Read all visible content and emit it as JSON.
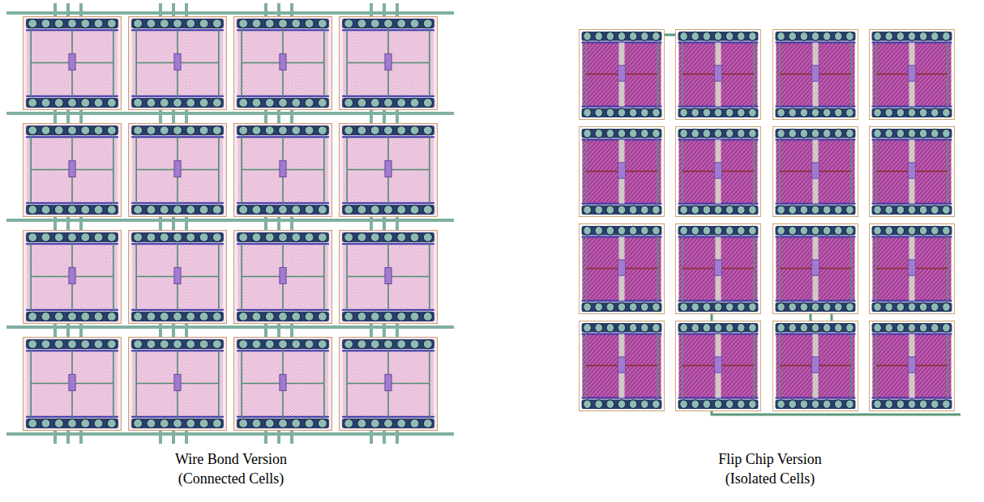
{
  "diagram": {
    "labels": [
      "Wire Bond Version",
      "(Connected Cells)",
      "Flip Chip Version",
      "(Isolated Cells)"
    ]
  }
}
